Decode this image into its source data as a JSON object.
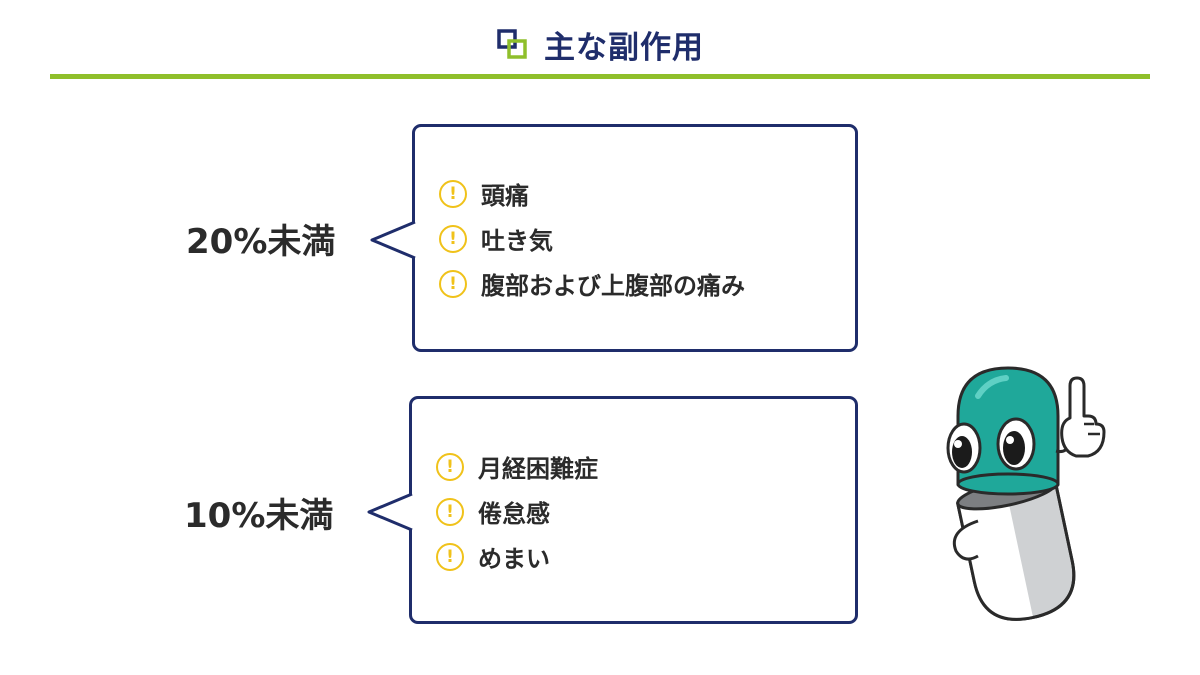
{
  "header": {
    "title": "主な副作用",
    "icon": "overlapping-squares-icon",
    "icon_colors": {
      "dark": "#1f2d6b",
      "light": "#8fbf2b"
    }
  },
  "colors": {
    "navy": "#1f2d6b",
    "accent_green": "#8fbf2b",
    "warning_yellow": "#f0c21a",
    "mascot_teal": "#1fa89a"
  },
  "groups": [
    {
      "label": "20%未満",
      "items": [
        {
          "icon": "warning-icon",
          "glyph": "!",
          "text": "頭痛"
        },
        {
          "icon": "warning-icon",
          "glyph": "!",
          "text": "吐き気"
        },
        {
          "icon": "warning-icon",
          "glyph": "!",
          "text": "腹部および上腹部の痛み"
        }
      ]
    },
    {
      "label": "10%未満",
      "items": [
        {
          "icon": "warning-icon",
          "glyph": "!",
          "text": "月経困難症"
        },
        {
          "icon": "warning-icon",
          "glyph": "!",
          "text": "倦怠感"
        },
        {
          "icon": "warning-icon",
          "glyph": "!",
          "text": "めまい"
        }
      ]
    }
  ],
  "mascot": {
    "icon": "capsule-mascot-pointing-icon"
  }
}
